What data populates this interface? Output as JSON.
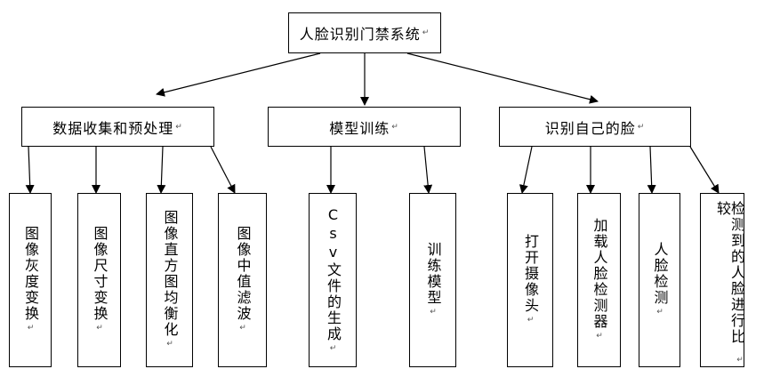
{
  "root": {
    "label": "人脸识别门禁系统"
  },
  "branches": [
    {
      "label": "数据收集和预处理",
      "leaves": [
        "图像灰度变换",
        "图像尺寸变换",
        "图像直方图均衡化",
        "图像中值滤波"
      ]
    },
    {
      "label": "模型训练",
      "leaves": [
        "Csv文件的生成",
        "训练模型"
      ]
    },
    {
      "label": "识别自己的脸",
      "leaves": [
        "打开摄像头",
        "加载人脸检测器",
        "人脸检测",
        "检测到的人脸进行比较"
      ]
    }
  ],
  "paragraph_mark": "↵"
}
